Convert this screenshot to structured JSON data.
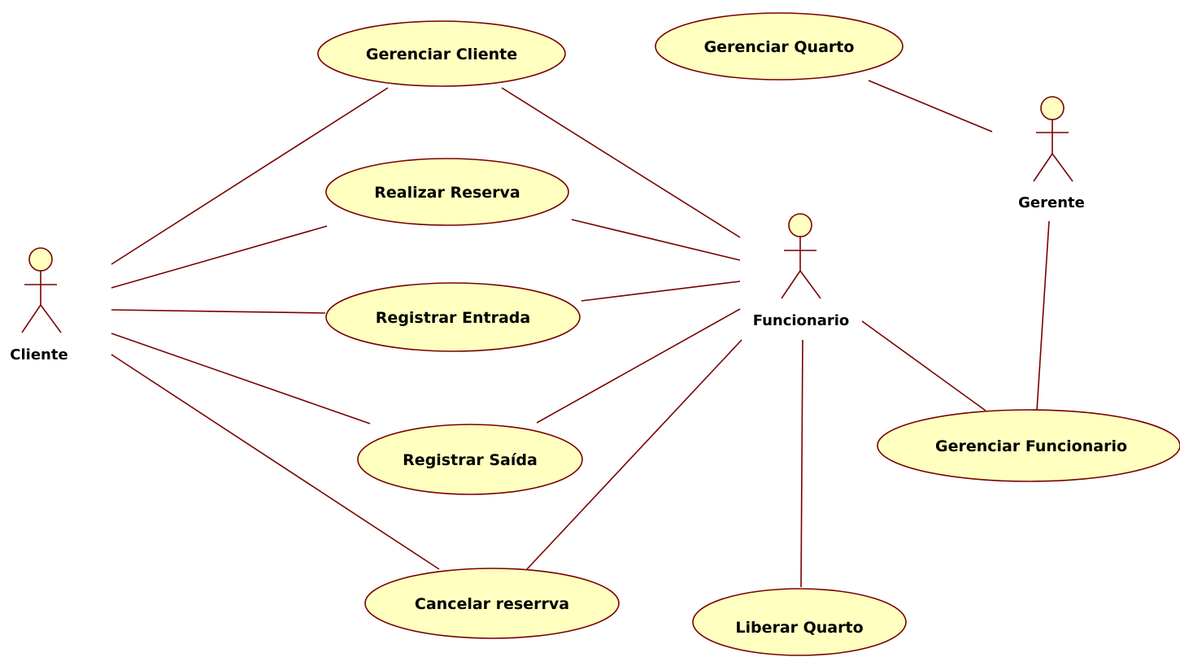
{
  "colors": {
    "line": "#7a0000",
    "use_case_fill": "#ffffc0",
    "text": "#000000",
    "background": "#ffffff"
  },
  "actors": {
    "cliente": "Cliente",
    "funcionario": "Funcionario",
    "gerente": "Gerente"
  },
  "use_cases": {
    "gerenciar_cliente": "Gerenciar Cliente",
    "gerenciar_quarto": "Gerenciar Quarto",
    "realizar_reserva": "Realizar Reserva",
    "registrar_entrada": "Registrar Entrada",
    "registrar_saida": "Registrar Saída",
    "cancelar_reserva": "Cancelar reserrva",
    "gerenciar_funcionario": "Gerenciar Funcionario",
    "liberar_quarto": "Liberar Quarto"
  }
}
